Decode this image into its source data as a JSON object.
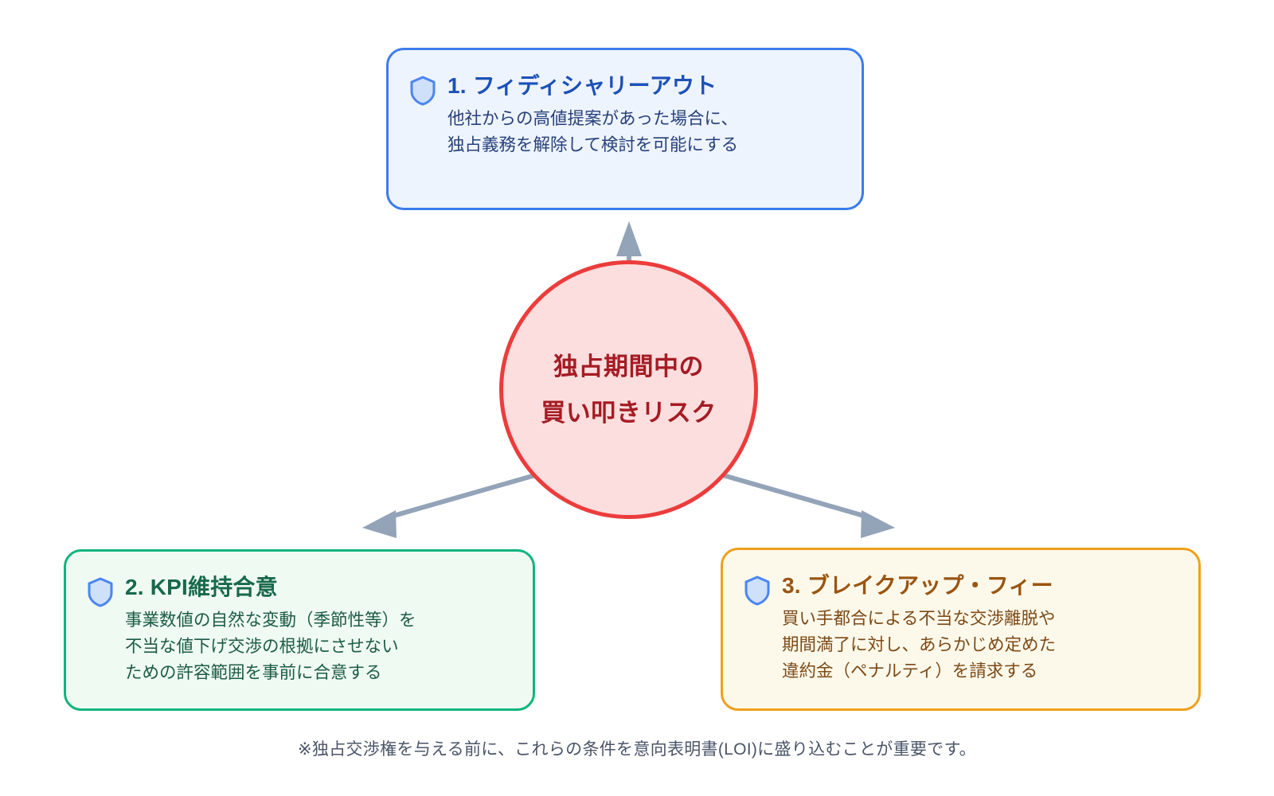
{
  "diagram": {
    "center": {
      "label": "独占期間中の\n買い叩きリスク",
      "fill_color": "#fcdede",
      "border_color": "#ec3c3c",
      "text_color": "#a61b24"
    },
    "cards": [
      {
        "id": "1",
        "icon": "shield-icon",
        "title": "1. フィディシャリーアウト",
        "description": "他社からの高値提案があった場合に、\n独占義務を解除して検討を可能にする",
        "border_color": "#3b7ced",
        "fill_color": "#eef4fe",
        "title_color": "#1c51b8"
      },
      {
        "id": "2",
        "icon": "shield-icon",
        "title": "2. KPI維持合意",
        "description": "事業数値の自然な変動（季節性等）を\n不当な値下げ交渉の根拠にさせない\nための許容範囲を事前に合意する",
        "border_color": "#0fb57e",
        "fill_color": "#effaf3",
        "title_color": "#18694c"
      },
      {
        "id": "3",
        "icon": "shield-icon",
        "title": "3. ブレイクアップ・フィー",
        "description": "買い手都合による不当な交渉離脱や\n期間満了に対し、あらかじめ定めた\n違約金（ペナルティ）を請求する",
        "border_color": "#f0a01b",
        "fill_color": "#fdf9ea",
        "title_color": "#9a5512"
      }
    ],
    "connectors": {
      "color": "#93a3b8",
      "items": [
        {
          "name": "arrow-center-to-card-1",
          "direction": "up"
        },
        {
          "name": "arrow-center-to-card-2",
          "direction": "down-left"
        },
        {
          "name": "arrow-center-to-card-3",
          "direction": "down-right"
        }
      ]
    },
    "footer_note": "※独占交渉権を与える前に、これらの条件を意向表明書(LOI)に盛り込むことが重要です。"
  }
}
